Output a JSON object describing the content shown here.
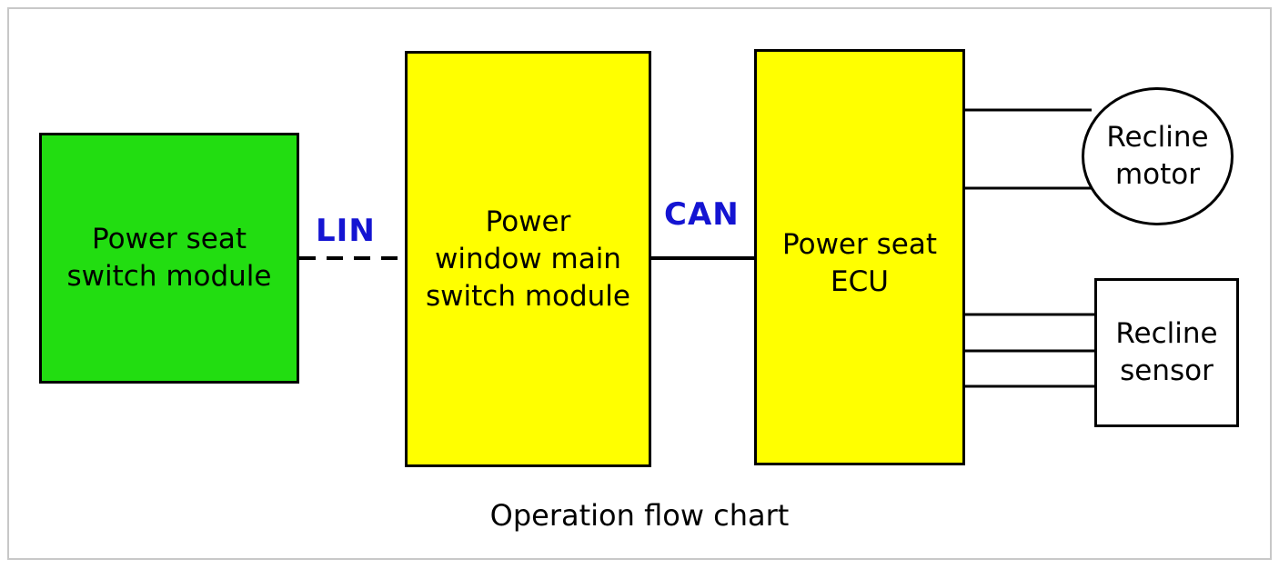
{
  "colors": {
    "switch_module": "#22dd11",
    "yellow_module": "#ffff00",
    "bus_label": "#1414d2"
  },
  "nodes": {
    "power_seat_switch_module": "Power seat\nswitch module",
    "power_window_main_switch_module": "Power\nwindow main\nswitch module",
    "power_seat_ecu": "Power seat\nECU",
    "recline_motor": "Recline\nmotor",
    "recline_sensor": "Recline\nsensor"
  },
  "links": {
    "lin_label": "LIN",
    "can_label": "CAN"
  },
  "caption": "Operation flow chart"
}
